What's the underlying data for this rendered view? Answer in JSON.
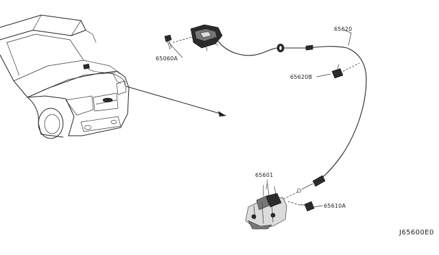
{
  "labels": {
    "hood_lock_control_handle": "65060A",
    "cable_assy": "65620",
    "cable_clip": "65620B",
    "hood_lock": "65601",
    "hood_lock_bolt": "65610A"
  },
  "diagram_code": "J65600E0"
}
